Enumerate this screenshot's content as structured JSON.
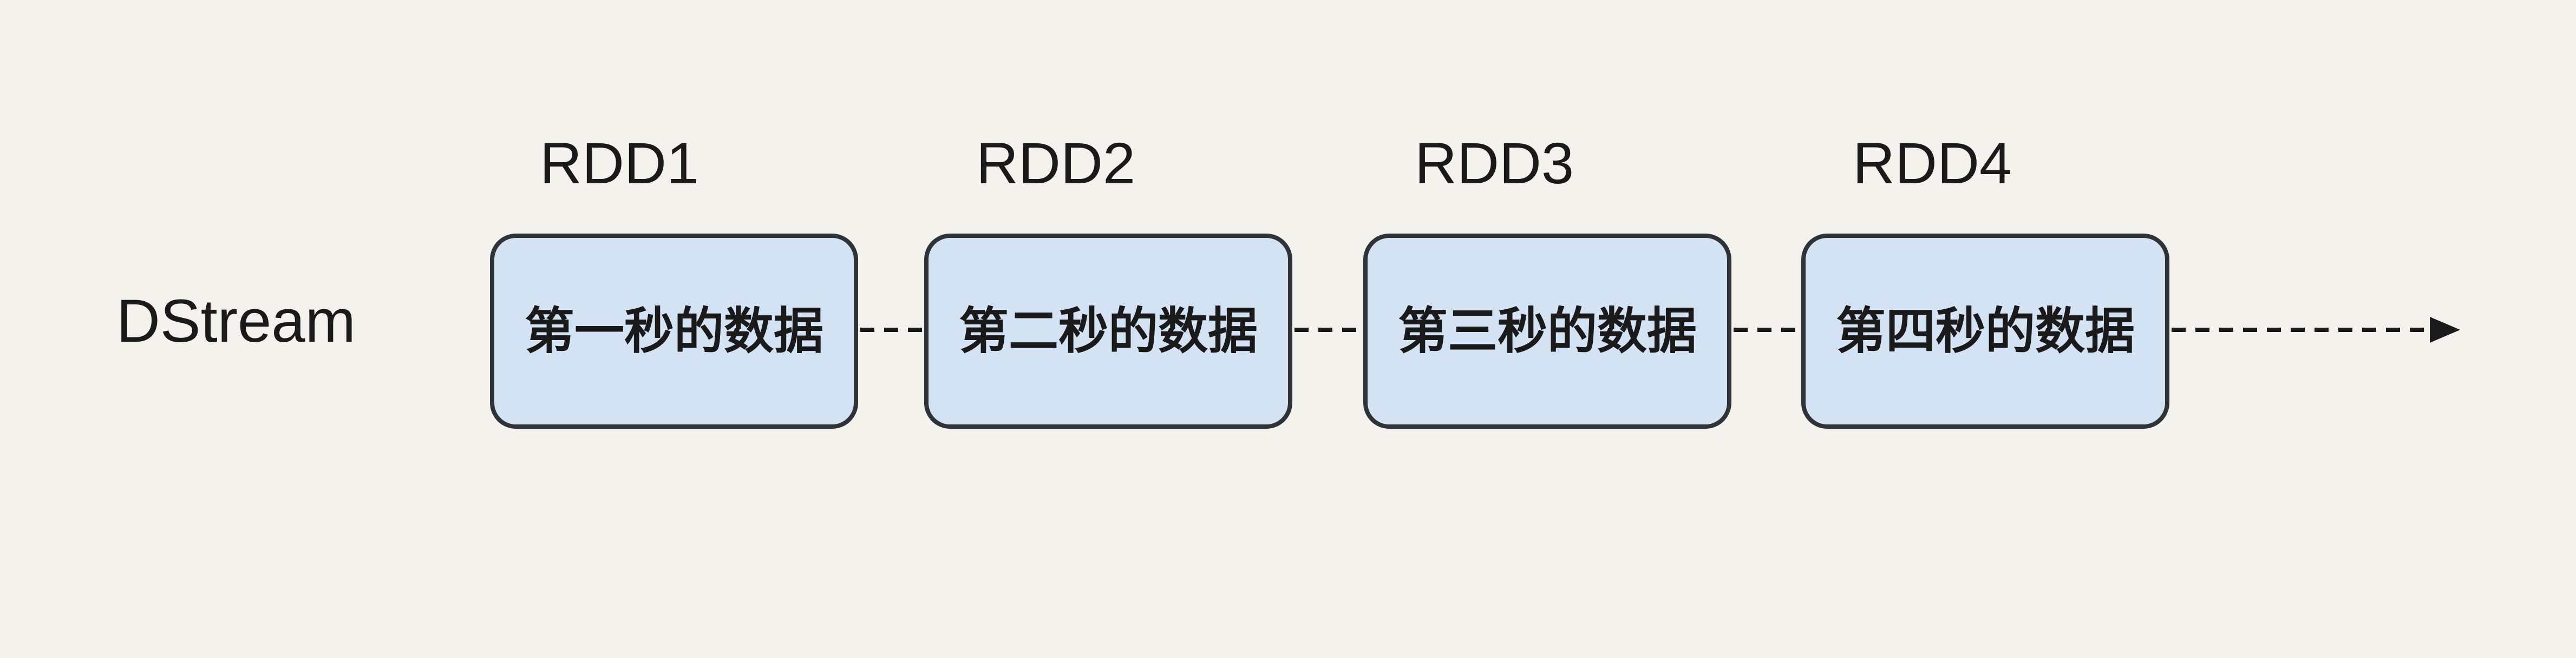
{
  "diagram": {
    "stream_label": "DStream",
    "rdds": [
      {
        "label": "RDD1",
        "text": "第一秒的数据"
      },
      {
        "label": "RDD2",
        "text": "第二秒的数据"
      },
      {
        "label": "RDD3",
        "text": "第三秒的数据"
      },
      {
        "label": "RDD4",
        "text": "第四秒的数据"
      }
    ],
    "flow": {
      "direction": "left-to-right",
      "connector_style": "dashed",
      "terminal": "arrow"
    },
    "colors": {
      "background": "#f4f2ed",
      "box_fill": "#d3e3f4",
      "box_border": "#2f3337",
      "text": "#1a1a1a"
    }
  }
}
